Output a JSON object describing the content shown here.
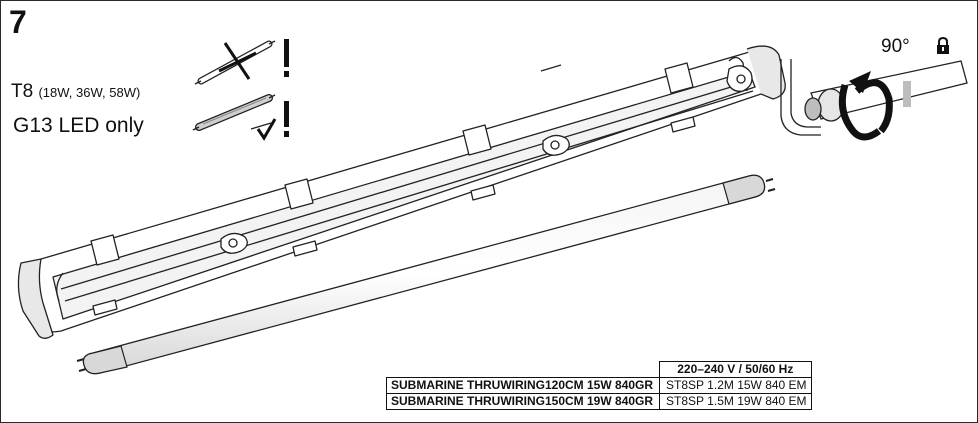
{
  "step": {
    "number": "7"
  },
  "tube_info": {
    "type_label": "T8",
    "wattages": "(18W, 36W, 58W)",
    "led_note": "G13 LED only",
    "wrong_mark": "✗ !",
    "right_mark": "✓ !"
  },
  "rotation": {
    "angle_label": "90°",
    "lock_icon": "lock-icon"
  },
  "spec_table": {
    "voltage_header": "220–240 V / 50/60 Hz",
    "rows": [
      {
        "product": "SUBMARINE THRUWIRING120CM 15W 840GR",
        "code": "ST8SP 1.2M 15W 840 EM"
      },
      {
        "product": "SUBMARINE THRUWIRING150CM 19W 840GR",
        "code": "ST8SP 1.5M 19W 840 EM"
      }
    ]
  }
}
